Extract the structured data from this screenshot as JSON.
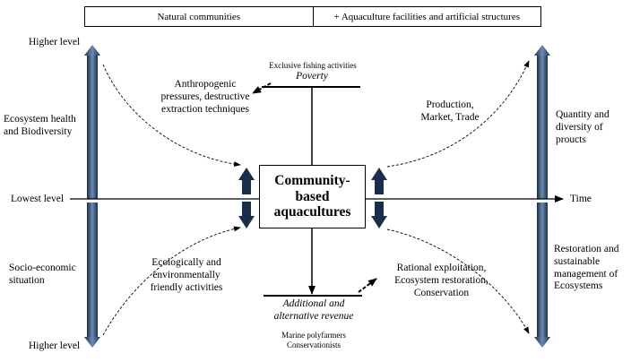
{
  "header": {
    "left": "Natural communities",
    "right": "+ Aquaculture facilities  and artificial structures"
  },
  "left_axis": {
    "top": "Higher level",
    "middle": "Lowest level",
    "bottom": "Higher level",
    "upper_label": [
      "Ecosystem health",
      "and Biodiversity"
    ],
    "lower_label": [
      "Socio-economic",
      "situation"
    ]
  },
  "time_label": "Time",
  "center_box": [
    "Community-",
    "based",
    "aquacultures"
  ],
  "top_branch": {
    "small": "Exclusive fishing activities",
    "italic": "Poverty"
  },
  "bottom_branch": {
    "italic": [
      "Additional and",
      "alternative revenue"
    ],
    "small": [
      "Marine polyfarmers",
      "Conservationists"
    ]
  },
  "upper_left_note": [
    "Anthropogenic",
    "pressures, destructive",
    "extraction techniques"
  ],
  "lower_left_note": [
    "Ecologically and",
    "environmentally",
    "friendly activities"
  ],
  "upper_right_note": [
    "Production,",
    "Market, Trade"
  ],
  "lower_right_note": [
    "Rational exploitation,",
    "Ecosystem restoration,",
    "Conservation"
  ],
  "right_axis": {
    "upper_label": [
      "Quantity and",
      "diversity of",
      "proucts"
    ],
    "lower_label": [
      "Restoration and",
      "sustainable",
      "management of",
      "Ecosystems"
    ]
  },
  "colors": {
    "arrow_dark": "#1a2d4a",
    "arrow_light": "#6d8bb2"
  }
}
